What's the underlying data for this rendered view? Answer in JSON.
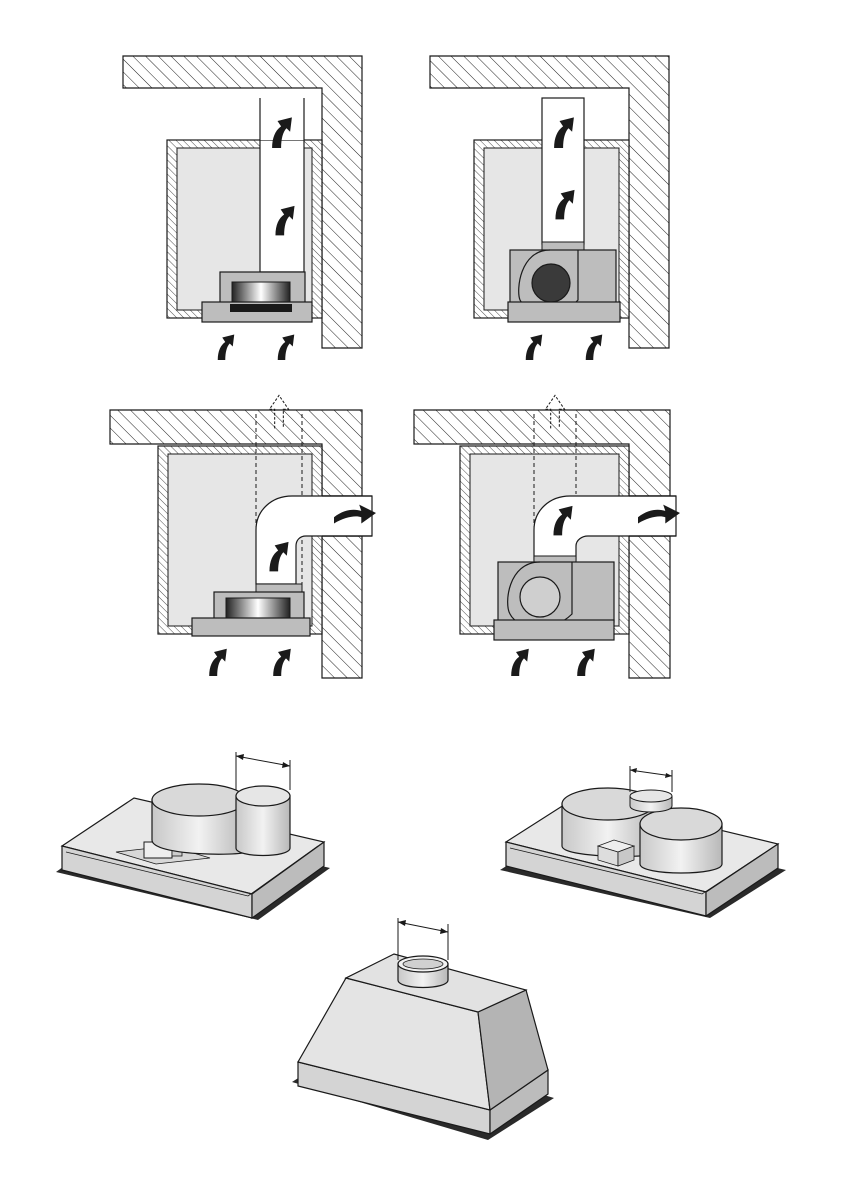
{
  "page": {
    "background": "#ffffff"
  },
  "colors": {
    "stroke": "#1a1a1a",
    "hatch": "#222222",
    "cabinet_fill": "#e6e6e6",
    "hood_fill": "#bdbdbd",
    "hood_dark": "#a8a8a8",
    "duct_fill": "#ffffff",
    "motor_dark": "#3a3a3a",
    "motor_light": "#cfcfcf",
    "arrow": "#1a1a1a"
  },
  "figures": {
    "installation_diagrams": [
      {
        "id": "vertical-flat-blower",
        "airflow": "vertical",
        "unit": "flat-blower"
      },
      {
        "id": "vertical-box-blower",
        "airflow": "vertical",
        "unit": "box-blower"
      },
      {
        "id": "horizontal-flat-blower",
        "airflow": "horizontal",
        "unit": "flat-blower"
      },
      {
        "id": "horizontal-box-blower",
        "airflow": "horizontal",
        "unit": "box-blower"
      }
    ],
    "product_views": [
      {
        "id": "hood-twin-cylinder-left",
        "icon": "hood-insert-icon"
      },
      {
        "id": "hood-twin-cylinder-right",
        "icon": "hood-insert-icon"
      },
      {
        "id": "hood-trapezoid",
        "icon": "hood-canopy-icon"
      }
    ]
  }
}
